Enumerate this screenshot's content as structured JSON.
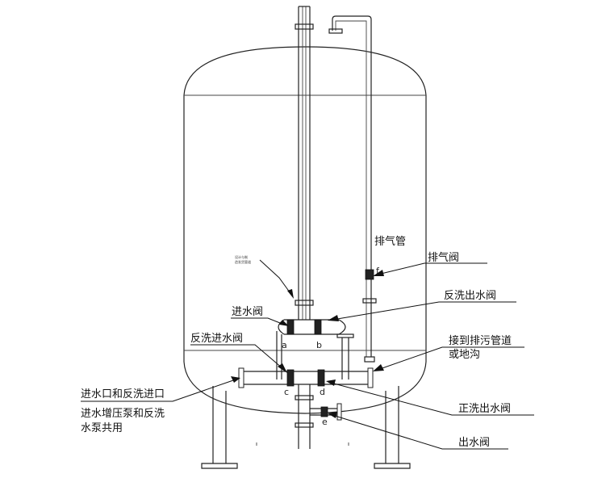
{
  "labels": {
    "exhaust_pipe": "排气管",
    "exhaust_valve": "排气阀",
    "backwash_out_valve": "反洗出水阀",
    "inlet_valve": "进水阀",
    "backwash_in_valve": "反洗进水阀",
    "drain": "接到排污管道",
    "drain2": "或地沟",
    "inlet_backwash_port": "进水口和反洗进口",
    "pump_line1": "进水增压泵和反洗",
    "pump_line2": "水泵共用",
    "forward_wash_valve": "正洗出水阀",
    "outlet_valve": "出水阀",
    "tiny_line1": "设计与制",
    "tiny_line2": "造发货管道"
  },
  "valve_letters": {
    "a": "a",
    "b": "b",
    "c": "c",
    "d": "d",
    "e": "e",
    "f": "f"
  },
  "colors": {
    "line": "#222222",
    "background": "#ffffff"
  }
}
